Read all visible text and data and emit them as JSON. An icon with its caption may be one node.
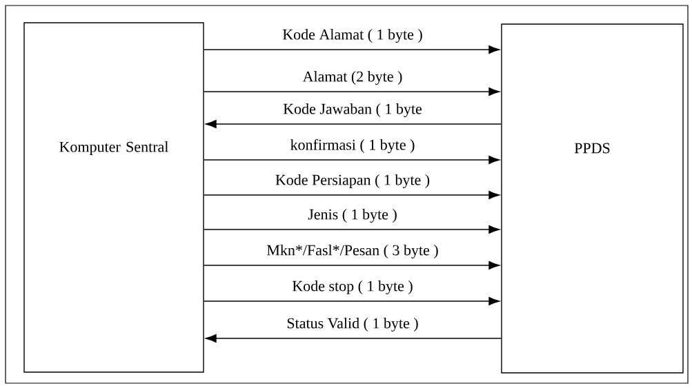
{
  "diagram": {
    "nodes": [
      {
        "text": [
          "Komputer Sentral"
        ]
      },
      {
        "text": [
          "PPDS"
        ]
      }
    ],
    "edges": [
      {
        "from": 0,
        "to": 1,
        "arrow": "to",
        "label": "Kode Alamat ( 1 byte )"
      },
      {
        "from": 0,
        "to": 1,
        "arrow": "to",
        "label": "Alamat (2 byte )"
      },
      {
        "from": 1,
        "to": 0,
        "arrow": "to",
        "label": "Kode Jawaban ( 1 byte"
      },
      {
        "from": 0,
        "to": 1,
        "arrow": "to",
        "label": "konfirmasi ( 1 byte )"
      },
      {
        "from": 0,
        "to": 1,
        "arrow": "to",
        "label": "Kode Persiapan ( 1 byte )"
      },
      {
        "from": 0,
        "to": 1,
        "arrow": "to",
        "label": "Jenis ( 1 byte )"
      },
      {
        "from": 0,
        "to": 1,
        "arrow": "to",
        "label": "Mkn*/Fasl*/Pesan ( 3 byte )"
      },
      {
        "from": 0,
        "to": 1,
        "arrow": "to",
        "label": "Kode stop ( 1 byte )"
      },
      {
        "from": 1,
        "to": 0,
        "arrow": "to",
        "label": "Status Valid ( 1 byte )"
      }
    ]
  }
}
